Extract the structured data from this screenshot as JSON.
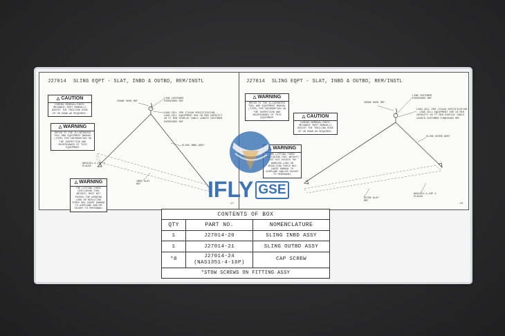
{
  "left_sheet": {
    "code": "J27014",
    "title": "SLING EQPT - SLAT, INBD & OUTBD, REM/INSTL",
    "caution": {
      "header": "CAUTION",
      "body": "DURING REMOVAL/INSTL MECHANIC MUST MANUALLY ASSIST THE TRAILING EDGE UP OR DOWN AS REQUIRED."
    },
    "warning1": {
      "header": "WARNING",
      "body": "REFER TO THE ILLUSTRATED TOOL AND EQUIPMENT MANUAL (ITEM) FOR INFORMATION ON THE INSPECTION AND MAINTENANCE OF THIS EQUIPMENT"
    },
    "warning2": {
      "header": "WARNING",
      "body": "THE LIFTING FORCE (EXCLUDING TOOL WEIGHT) MUST NOT EXCEED THE WORKING LOAD OR RESULTING FORCE MAY CAUSE DAMAGE TO AIRPLANE AND/OR INJURY TO PERSONNEL"
    },
    "labels": {
      "crane_hook": "CRANE HOOK REF",
      "link": "LINK CUSTOMER FURNISHED REF",
      "load_cell": "LOAD CELL PER J71046 SPECIFICATION - LOAD CELL EQUIPMENT 500 LB MIN CAPACITY 40 FT MIN DISPLAY CABLE LENGTH CUSTOMER FURNISHED REF",
      "sling": "SLING INBD ASSY",
      "screw": "NAS1351-4-18P 4 PLACES",
      "slat": "INBD SLAT REF"
    },
    "sheet_no": "-17"
  },
  "right_sheet": {
    "code": "J27014",
    "title": "SLING EQPT - SLAT, INBD & OUTBD, REM/INSTL",
    "warning1": {
      "header": "WARNING",
      "body": "REFER TO THE ILLUSTRATED TOOL AND EQUIPMENT MANUAL (ITEM) FOR INFORMATION ON THE INSPECTION AND MAINTENANCE OF THIS EQUIPMENT"
    },
    "caution": {
      "header": "CAUTION",
      "body": "DURING REMOVAL/INSTL MECHANIC MUST MANUALLY ASSIST THE TRAILING EDGE UP OR DOWN AS REQUIRED."
    },
    "warning2": {
      "header": "WARNING",
      "body": "THE LIFTING FORCE (EXCLUDING TOOL WEIGHT) MUST NOT EXCEED THE WORKING LOAD OR RESULTING FORCE MAY CAUSE DAMAGE TO AIRPLANE AND/OR INJURY TO PERSONNEL"
    },
    "labels": {
      "crane_hook": "CRANE HOOK REF",
      "link": "LINK CUSTOMER FURNISHED REF",
      "load_cell": "LOAD CELL PER J71046 SPECIFICATION - LOAD CELL EQUIPMENT 500 LB MIN CAPACITY 40 FT MIN DISPLAY CABLE LENGTH CUSTOMER FURNISHED REF",
      "sling": "SLING OUTBD ASSY",
      "screw": "NAS1351-4-18P 4 PLACES",
      "slat": "OUTBD SLAT REF"
    },
    "sheet_no": "-18"
  },
  "contents": {
    "caption": "CONTENTS OF BOX",
    "headers": [
      "QTY",
      "PART NO.",
      "NOMENCLATURE"
    ],
    "rows": [
      {
        "qty": "1",
        "part": "J27014-20",
        "part2": "",
        "name": "SLING INBD ASSY"
      },
      {
        "qty": "1",
        "part": "J27014-21",
        "part2": "",
        "name": "SLING OUTBD ASSY"
      },
      {
        "qty": "*8",
        "part": "J27014-24",
        "part2": "(NAS1351-4-16P)",
        "name": "CAP SCREW"
      }
    ],
    "footnote": "*STOW SCREWS ON FITTING ASSY"
  },
  "watermark": {
    "word": "IFLY",
    "badge": "GSE",
    "color": "#3b73b5"
  }
}
